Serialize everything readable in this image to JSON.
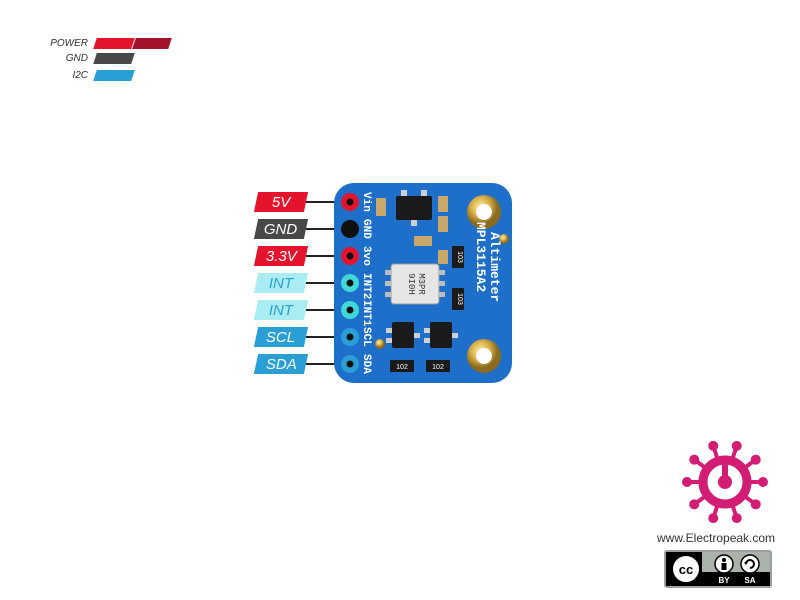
{
  "legend": [
    {
      "label": "POWER",
      "colors": [
        "#e4142c",
        "#a2122a"
      ]
    },
    {
      "label": "GND",
      "colors": [
        "#4a4847"
      ]
    },
    {
      "label": "I2C",
      "colors": [
        "#2a9fd6"
      ]
    }
  ],
  "pins": [
    {
      "tag": "5V",
      "color": "#e4142c",
      "text_color": "#ffffff",
      "silk": "Vin"
    },
    {
      "tag": "GND",
      "color": "#4a4847",
      "text_color": "#ffffff",
      "silk": "GND"
    },
    {
      "tag": "3.3V",
      "color": "#e4142c",
      "text_color": "#ffffff",
      "silk": "3vo"
    },
    {
      "tag": "INT",
      "color": "#a9ecf1",
      "text_color": "#2a9fd6",
      "silk": "INT2"
    },
    {
      "tag": "INT",
      "color": "#a9ecf1",
      "text_color": "#2a9fd6",
      "silk": "INT1"
    },
    {
      "tag": "SCL",
      "color": "#2a9fd6",
      "text_color": "#ffffff",
      "silk": "SCL"
    },
    {
      "tag": "SDA",
      "color": "#2a9fd6",
      "text_color": "#ffffff",
      "silk": "SDA"
    }
  ],
  "board": {
    "title_line1": "Altimeter",
    "title_line2": "MPL3115A2",
    "chip_line1": "M3PR",
    "chip_line2": "9I0H",
    "parts": [
      "103",
      "103",
      "102",
      "102"
    ],
    "color": "#1e6fc9"
  },
  "branding": {
    "url": "www.Electropeak.com",
    "logo_color": "#d31c74"
  },
  "license": {
    "by": "BY",
    "sa": "SA"
  }
}
